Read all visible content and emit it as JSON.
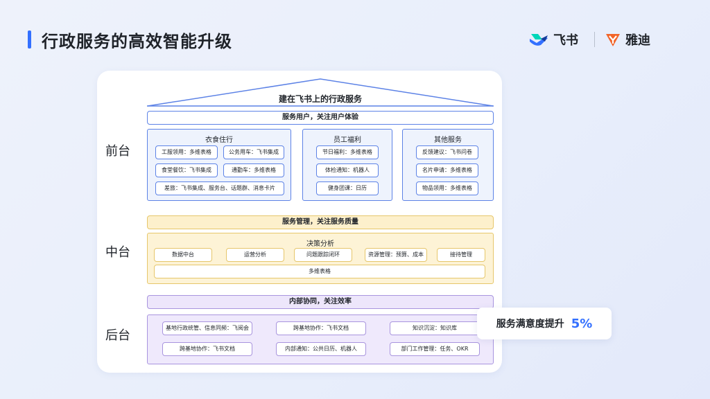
{
  "header": {
    "title": "行政服务的高效智能升级"
  },
  "brands": {
    "feishu": "飞书",
    "yadi": "雅迪"
  },
  "colors": {
    "accent": "#3370ff",
    "front": "#5c82e6",
    "middle": "#e6c66a",
    "back": "#a894de"
  },
  "diagram": {
    "roof_title": "建在飞书上的行政服务",
    "front": {
      "label": "前台",
      "band": "服务用户，关注用户体验",
      "groups": [
        {
          "title": "衣食住行",
          "items": [
            "工服领用：多维表格",
            "公务用车：飞书集成",
            "食堂餐饮：飞书集成",
            "通勤车：多维表格",
            "差旅：飞书集成、服务台、话题群、消息卡片"
          ]
        },
        {
          "title": "员工福利",
          "items": [
            "节日福利：多维表格",
            "体检通知：机器人",
            "健身团课：日历"
          ]
        },
        {
          "title": "其他服务",
          "items": [
            "反馈建议：飞书问卷",
            "名片申请：多维表格",
            "物品领用：多维表格"
          ]
        }
      ]
    },
    "middle": {
      "label": "中台",
      "band": "服务管理，关注服务质量",
      "group_title": "决策分析",
      "items": [
        "数据中台",
        "运营分析",
        "问题跟踪闭环",
        "资源管理：预算、成本",
        "接待管理"
      ],
      "wide_item": "多维表格"
    },
    "back": {
      "label": "后台",
      "band": "内部协同，关注效率",
      "items": [
        "基地行政统管、信息同频：飞阅会",
        "跨基地协作：飞书文档",
        "知识沉淀：知识库",
        "跨基地协作：飞书文档",
        "内部通知：公共日历、机器人",
        "部门工作管理：任务、OKR"
      ]
    }
  },
  "callout": {
    "text": "服务满意度提升",
    "value": "5%"
  }
}
